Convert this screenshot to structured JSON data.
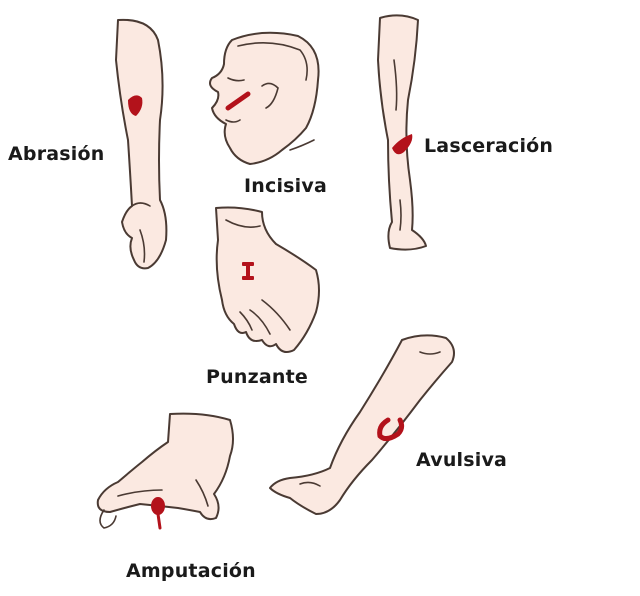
{
  "labels": {
    "abrasion": "Abrasión",
    "incised": "Incisiva",
    "laceration": "Lasceración",
    "puncture": "Punzante",
    "avulsion": "Avulsiva",
    "amputation": "Amputación"
  },
  "colors": {
    "skin": "#fbe9e1",
    "outline": "#4a3a33",
    "wound": "#b3121b",
    "background": "#ffffff"
  }
}
